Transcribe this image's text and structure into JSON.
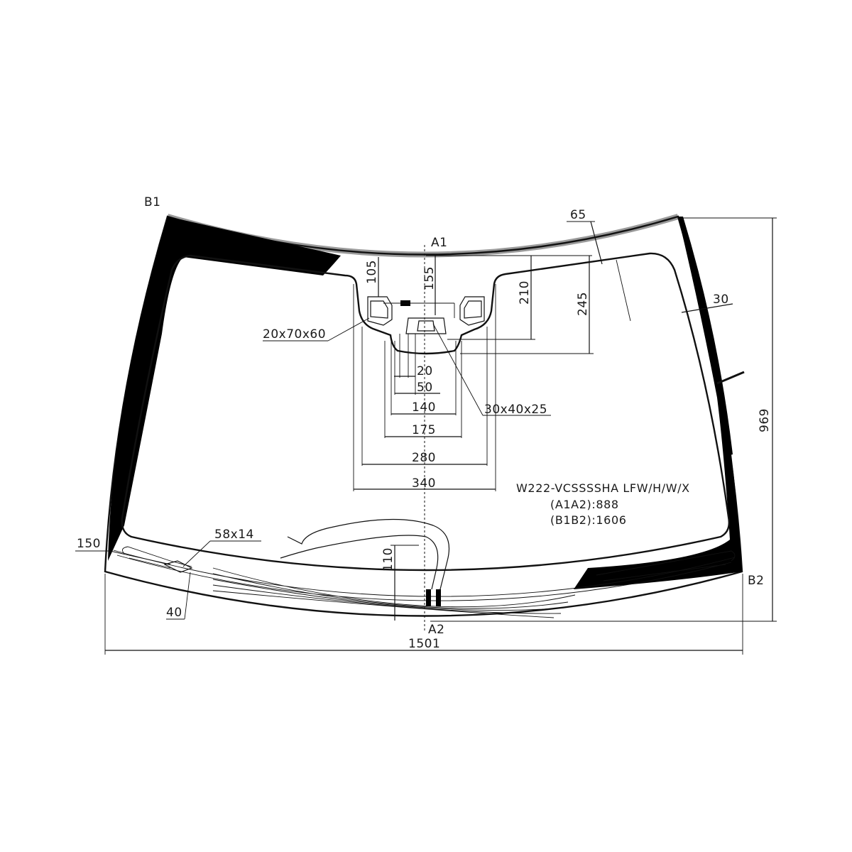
{
  "points": {
    "b1": "B1",
    "b2": "B2",
    "a1": "A1",
    "a2": "A2"
  },
  "dims": {
    "d65": "65",
    "d30": "30",
    "d969": "969",
    "d1501": "1501",
    "d105": "105",
    "d155": "155",
    "d210": "210",
    "d245": "245",
    "d20": "20",
    "d50": "50",
    "d140": "140",
    "d175": "175",
    "d280": "280",
    "d340": "340",
    "d110": "110",
    "d150": "150",
    "d40": "40"
  },
  "callouts": {
    "bracket": "20x70x60",
    "sensor": "30x40x25",
    "pad": "58x14"
  },
  "spec": {
    "code": "W222-VCSSSSHA LFW/H/W/X",
    "a1a2": "(A1A2):888",
    "b1b2": "(B1B2):1606"
  },
  "colors": {
    "band": "#9a9a9a",
    "frit": "#000000",
    "line": "#111111"
  }
}
